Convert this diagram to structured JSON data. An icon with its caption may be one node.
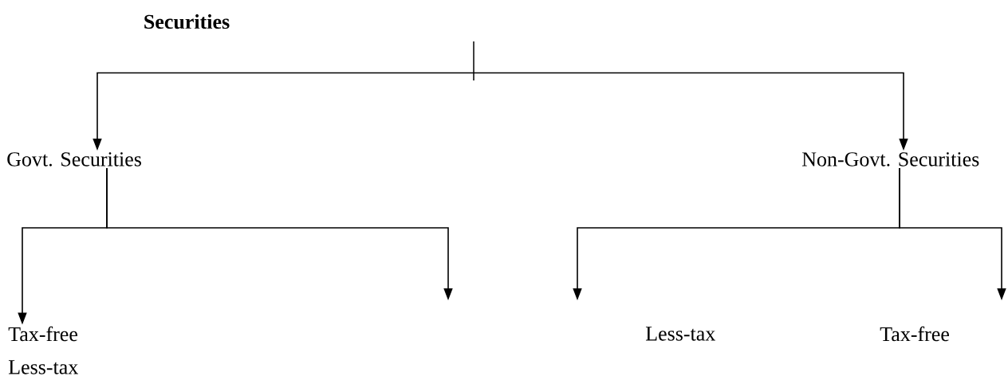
{
  "diagram": {
    "title": "Securities",
    "nodes": [
      {
        "text": [
          "Govt. Securities"
        ]
      },
      {
        "text": [
          "Non-Govt. Securities"
        ]
      },
      {
        "text": [
          "Tax-free"
        ]
      }
    ],
    "edges": [
      {
        "from": null,
        "to": 0,
        "arrow": "to"
      },
      {
        "from": null,
        "to": 1,
        "arrow": "to"
      },
      {
        "from": 0,
        "to": 2,
        "arrow": "to"
      },
      {
        "from": 0,
        "to": null,
        "arrow": "to"
      },
      {
        "from": 1,
        "to": null,
        "arrow": "to"
      },
      {
        "from": 1,
        "to": null,
        "arrow": "to"
      }
    ],
    "labels": [
      "Less-tax",
      "Tax-free",
      "Less-tax"
    ]
  }
}
